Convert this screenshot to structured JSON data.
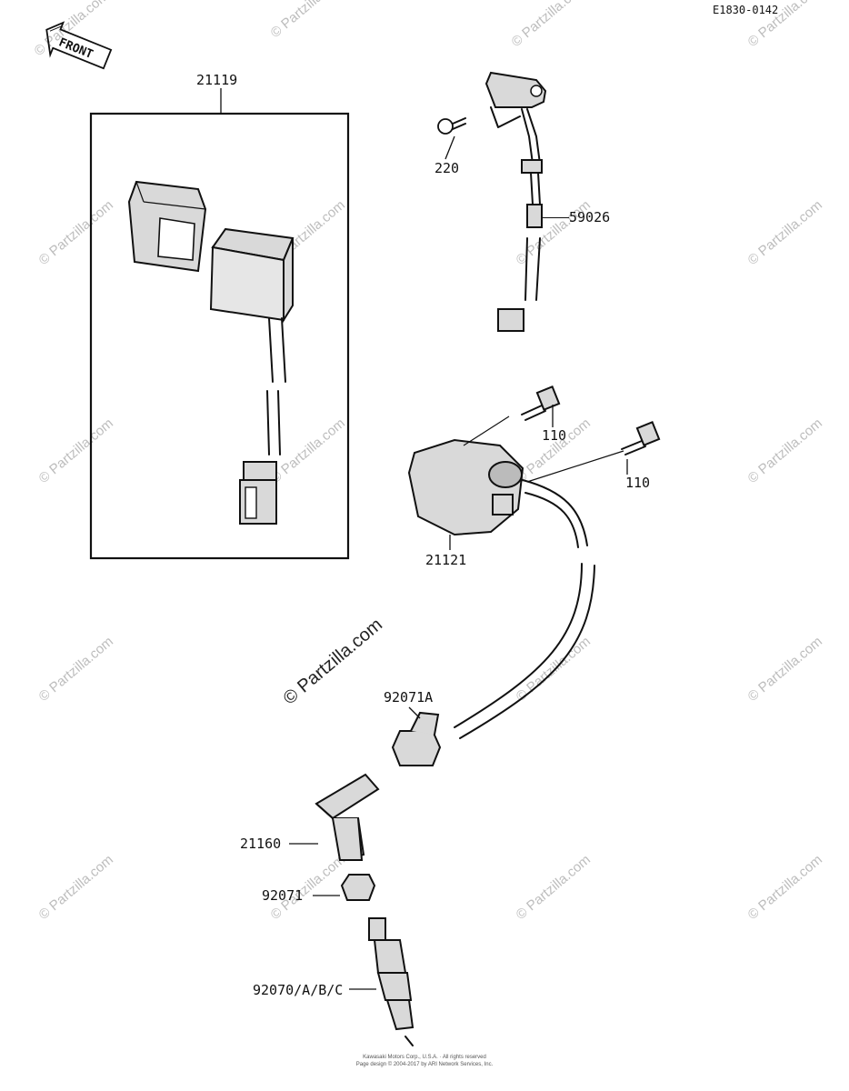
{
  "diagram_code": "E1830-0142",
  "front_label": "FRONT",
  "watermark_text": "© Partzilla.com",
  "parts": {
    "p21119": "21119",
    "p220": "220",
    "p59026": "59026",
    "p110a": "110",
    "p110b": "110",
    "p21121": "21121",
    "p92071A": "92071A",
    "p21160": "21160",
    "p92071": "92071",
    "p92070": "92070/A/B/C"
  },
  "footer": {
    "line1": "Kawasaki Motors Corp., U.S.A. · All rights reserved",
    "line2": "Page design © 2004-2017 by ARI Network Services, Inc."
  }
}
